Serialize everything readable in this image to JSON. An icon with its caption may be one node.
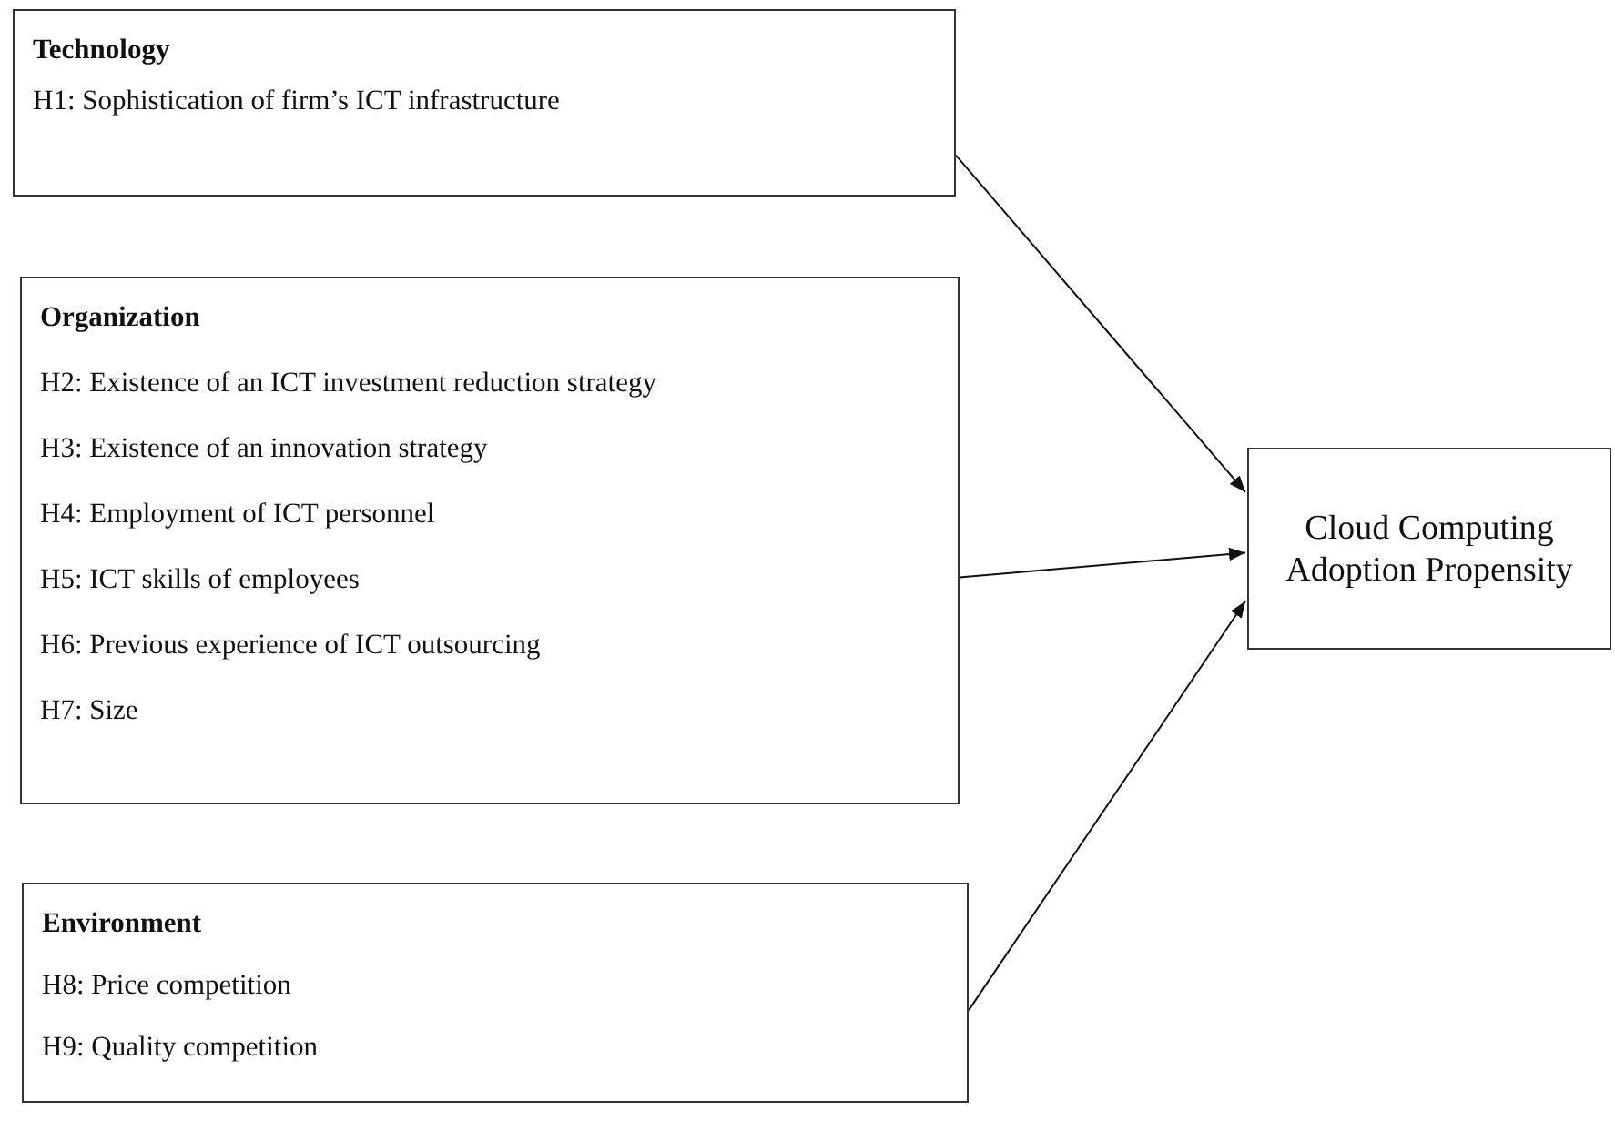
{
  "diagram": {
    "nodes": [
      {
        "text": [
          "Technology",
          "H1: Sophistication of firm’s ICT infrastructure"
        ]
      },
      {
        "text": [
          "Organization",
          "H2: Existence of an ICT investment reduction strategy",
          "H3: Existence of an innovation strategy",
          "H4: Employment of ICT personnel",
          "H5: ICT skills of employees",
          "H6: Previous experience of ICT outsourcing",
          "H7: Size"
        ]
      },
      {
        "text": [
          "Environment",
          "H8: Price competition",
          "H9: Quality competition"
        ]
      },
      {
        "text": [
          "Cloud Computing Adoption Propensity"
        ]
      }
    ],
    "edges": [
      {
        "from": 0,
        "to": 3,
        "arrow": "to"
      },
      {
        "from": 1,
        "to": 3,
        "arrow": "to"
      },
      {
        "from": 2,
        "to": 3,
        "arrow": "to"
      }
    ]
  }
}
